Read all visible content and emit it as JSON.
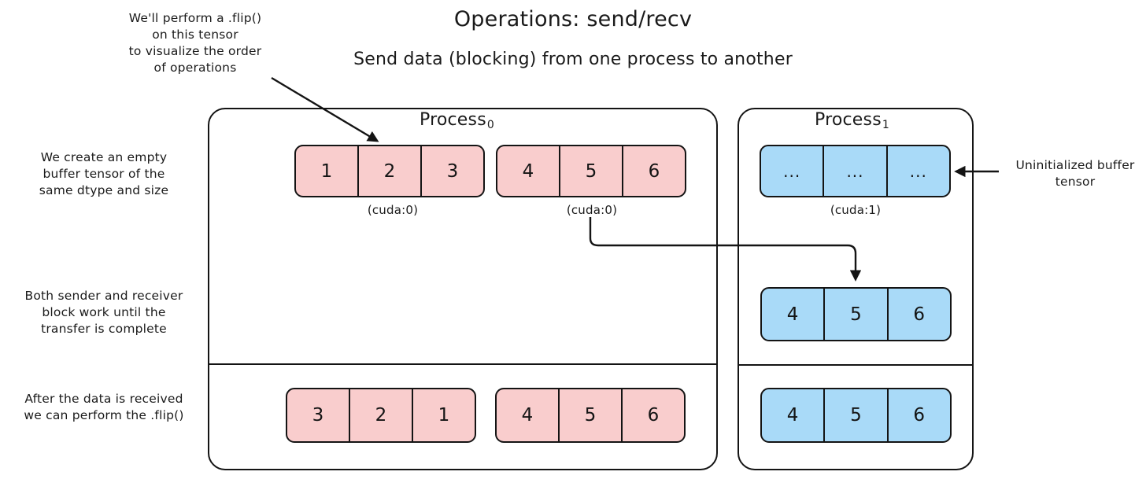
{
  "header": {
    "title": "Operations: send/recv",
    "subtitle": "Send data (blocking) from one process to another"
  },
  "annotations": {
    "flip_note": "We'll perform a .flip()\non this tensor\nto visualize the order\nof operations",
    "buffer_note": "We create an empty\nbuffer tensor of the\nsame dtype and size",
    "block_note": "Both sender and receiver\nblock work until the\ntransfer is complete",
    "after_note": "After the data is received\nwe can perform the .flip()",
    "uninit_note": "Uninitialized buffer\ntensor"
  },
  "processes": [
    {
      "name": "Process",
      "index": "0",
      "device": "(cuda:0)"
    },
    {
      "name": "Process",
      "index": "1",
      "device": "(cuda:1)"
    }
  ],
  "tensors": {
    "p0_row1_a": {
      "cells": [
        "1",
        "2",
        "3"
      ],
      "color": "#f9cdcd",
      "device": "(cuda:0)"
    },
    "p0_row1_b": {
      "cells": [
        "4",
        "5",
        "6"
      ],
      "color": "#f9cdcd",
      "device": "(cuda:0)"
    },
    "p0_row3_a": {
      "cells": [
        "3",
        "2",
        "1"
      ],
      "color": "#f9cdcd"
    },
    "p0_row3_b": {
      "cells": [
        "4",
        "5",
        "6"
      ],
      "color": "#f9cdcd"
    },
    "p1_row1": {
      "cells": [
        "...",
        "...",
        "..."
      ],
      "color": "#a9daf8",
      "device": "(cuda:1)"
    },
    "p1_row2": {
      "cells": [
        "4",
        "5",
        "6"
      ],
      "color": "#a9daf8"
    },
    "p1_row3": {
      "cells": [
        "4",
        "5",
        "6"
      ],
      "color": "#a9daf8"
    }
  },
  "colors": {
    "pink": "#f9cdcd",
    "blue": "#a9daf8",
    "stroke": "#141414",
    "background": "#ffffff"
  }
}
